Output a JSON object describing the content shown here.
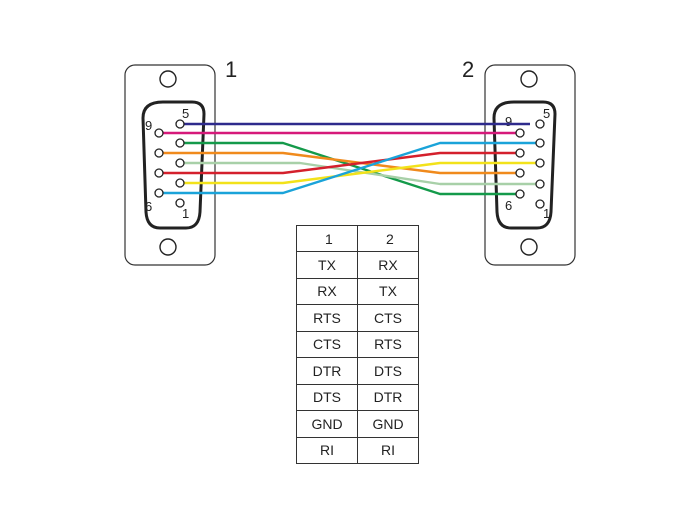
{
  "connectors": [
    {
      "label": "1",
      "pin_label_top_left": "9",
      "pin_label_top_right": "5",
      "pin_label_bottom_left": "6",
      "pin_label_bottom_right": "1"
    },
    {
      "label": "2",
      "pin_label_top_left": "9",
      "pin_label_top_right": "5",
      "pin_label_bottom_left": "6",
      "pin_label_bottom_right": "1"
    }
  ],
  "wires": [
    {
      "color": "#2e2a8c"
    },
    {
      "color": "#d6197a"
    },
    {
      "color": "#149a4a"
    },
    {
      "color": "#f08a1c"
    },
    {
      "color": "#a8d0a8"
    },
    {
      "color": "#d4202c"
    },
    {
      "color": "#f2e21a"
    },
    {
      "color": "#1aa3d9"
    }
  ],
  "pin_table": {
    "header": [
      "1",
      "2"
    ],
    "rows": [
      [
        "TX",
        "RX"
      ],
      [
        "RX",
        "TX"
      ],
      [
        "RTS",
        "CTS"
      ],
      [
        "CTS",
        "RTS"
      ],
      [
        "DTR",
        "DTS"
      ],
      [
        "DTS",
        "DTR"
      ],
      [
        "GND",
        "GND"
      ],
      [
        "RI",
        "RI"
      ]
    ]
  }
}
